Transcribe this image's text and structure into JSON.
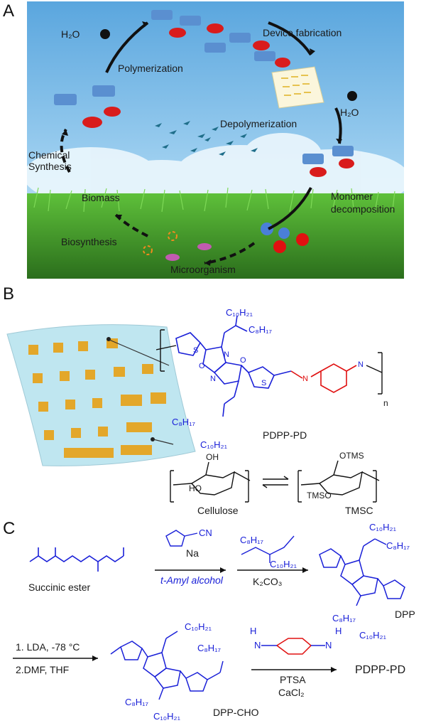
{
  "panels": {
    "a": "A",
    "b": "B",
    "c": "C"
  },
  "panel_a": {
    "h2o_left": "H₂O",
    "polymerization": "Polymerization",
    "device_fabrication": "Device fabrication",
    "h2o_right": "H₂O",
    "depolymerization": "Depolymerization",
    "chemical_synthesis_1": "Chemical",
    "chemical_synthesis_2": "Synthesis",
    "biomass": "Biomass",
    "biosynthesis": "Biosynthesis",
    "monomer_1": "Monomer",
    "monomer_2": "decomposition",
    "microorganism": "Microorganism"
  },
  "panel_b": {
    "polymer_name": "PDPP-PD",
    "c10h21_top": "C₁₀H₂₁",
    "c8h17_top": "C₈H₁₇",
    "c8h17_bot": "C₈H₁₇",
    "c10h21_bot": "C₁₀H₂₁",
    "n_sub": "n",
    "cellulose": "Cellulose",
    "tmsc": "TMSC",
    "oh": "OH",
    "ho": "HO",
    "otms": "OTMS",
    "tmso": "TMSO"
  },
  "panel_c": {
    "succinic_ester": "Succinic ester",
    "cn": "CN",
    "na": "Na",
    "amyl": "t-Amyl alcohol",
    "c8h17": "C₈H₁₇",
    "c10h21": "C₁₀H₂₁",
    "k2co3": "K₂CO₃",
    "dpp": "DPP",
    "lda": "1. LDA, -78 °C",
    "dmf": "2.DMF, THF",
    "dpp_cho": "DPP-CHO",
    "ptsa": "PTSA",
    "cacl2": "CaCl₂",
    "pdpp_pd": "PDPP-PD",
    "h": "H",
    "n": "N"
  },
  "colors": {
    "molecule_blue": "#1a20d8",
    "accent_red": "#e01010",
    "sky": "#6fb6e8",
    "grass": "#3f9a2a"
  }
}
